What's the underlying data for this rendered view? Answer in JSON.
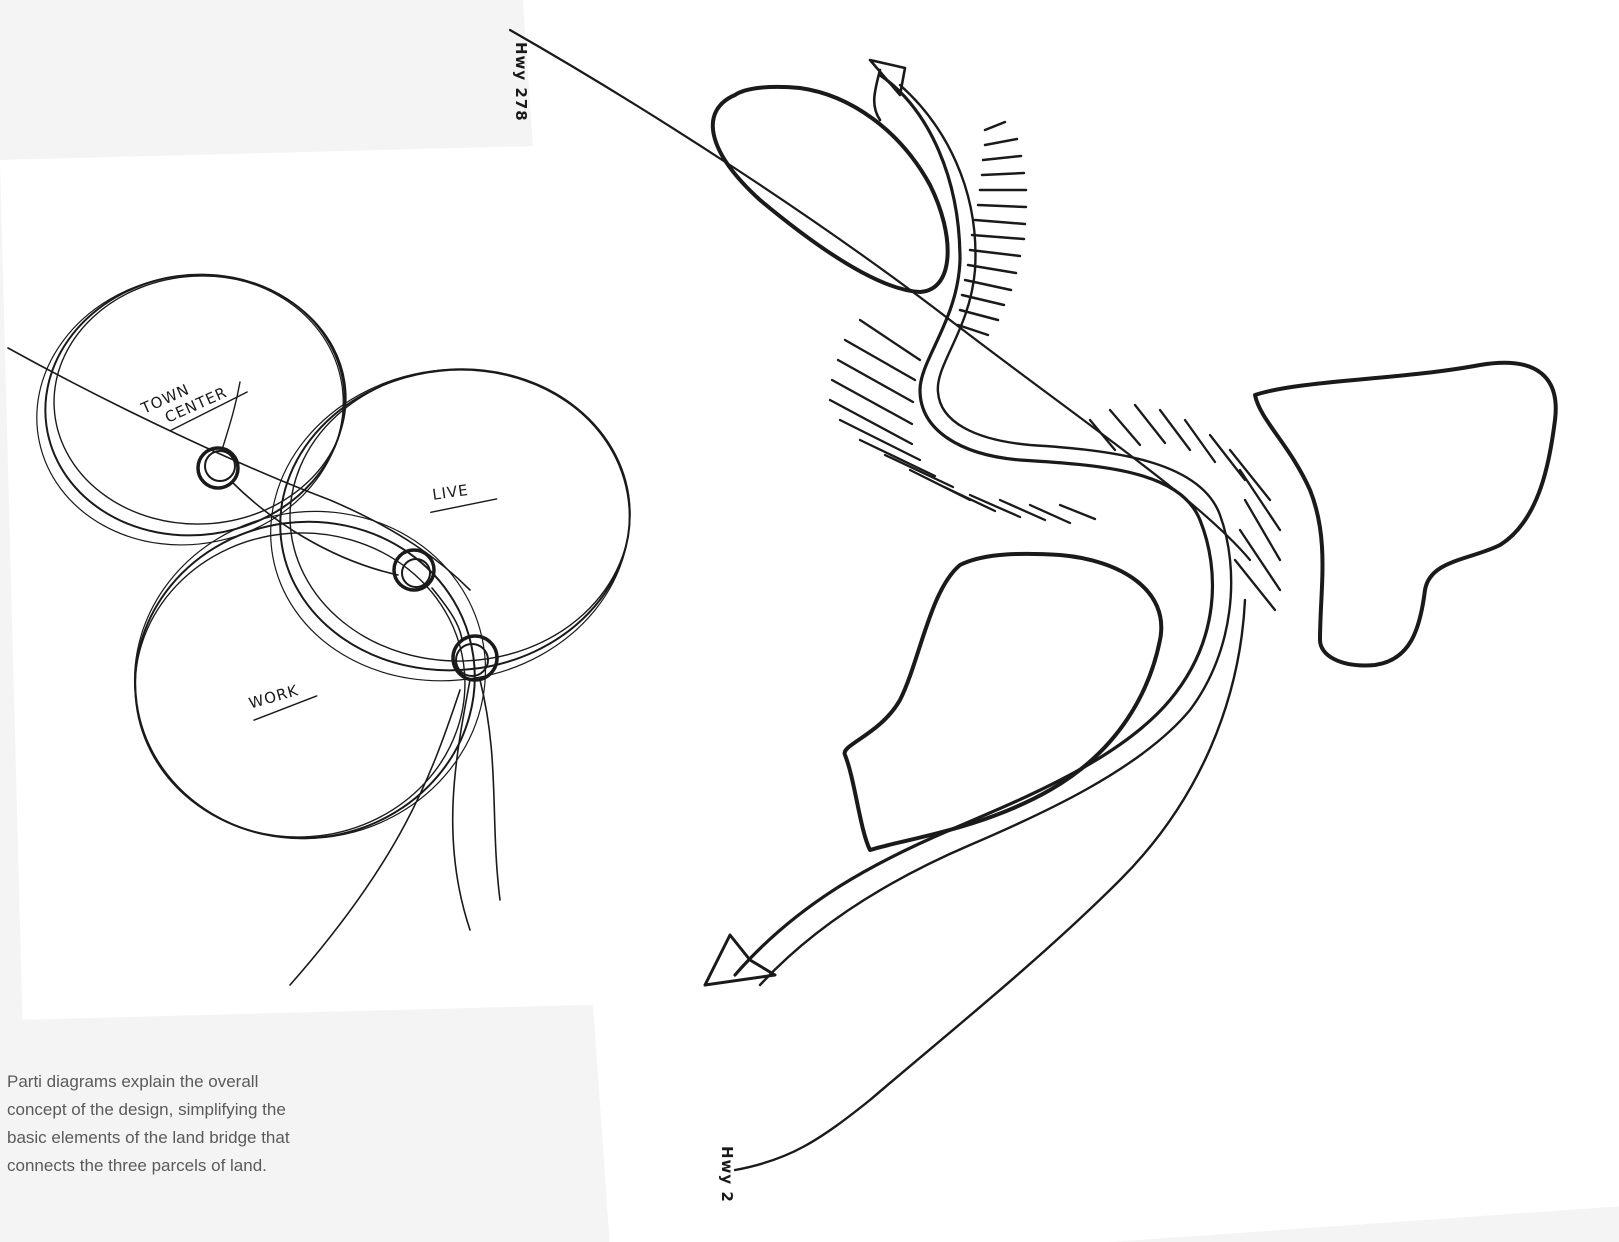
{
  "left_diagram": {
    "labels": {
      "town_center_line1": "TOWN",
      "town_center_line2": "CENTER",
      "live": "LIVE",
      "work": "WORK"
    }
  },
  "right_diagram": {
    "labels": {
      "hwy_top": "Hwy 278",
      "hwy_bottom": "Hwy 2"
    }
  },
  "caption": {
    "text": "Parti diagrams explain the overall concept of the design, simplifying the basic elements of the land bridge that connects the three parcels  of land."
  },
  "colors": {
    "ink": "#1a1a1a",
    "paper": "#ffffff",
    "caption_text": "#5a5a5a"
  }
}
